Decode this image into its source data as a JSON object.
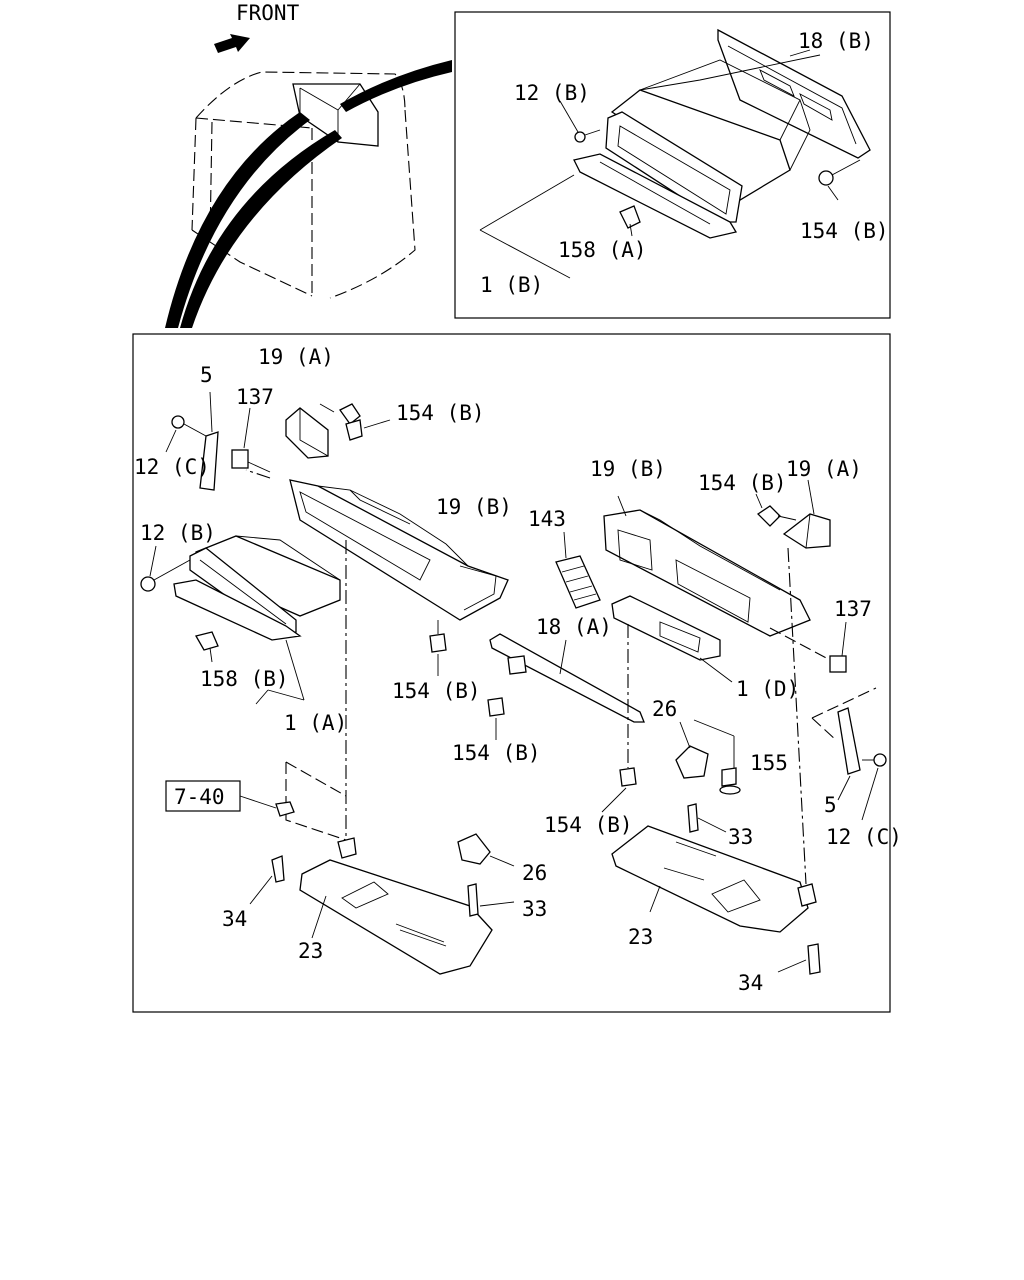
{
  "front_label": "FRONT",
  "ref_box_label": "7-40",
  "labels": {
    "inset_18B": "18 (B)",
    "inset_12B": "12 (B)",
    "inset_154B": "154 (B)",
    "inset_158A": "158 (A)",
    "inset_1B": "1 (B)",
    "l_19A": "19 (A)",
    "l_5": "5",
    "l_137": "137",
    "l_154B_top": "154 (B)",
    "l_12C": "12 (C)",
    "l_19B": "19 (B)",
    "l_12B": "12 (B)",
    "l_158B": "158 (B)",
    "l_1A": "1 (A)",
    "l_154B_mid": "154 (B)",
    "l_154B_low": "154 (B)",
    "l_34": "34",
    "l_23": "23",
    "l_26": "26",
    "l_33": "33",
    "r_19B": "19 (B)",
    "r_154B_top": "154 (B)",
    "r_19A": "19 (A)",
    "r_143": "143",
    "r_18A": "18 (A)",
    "r_137": "137",
    "r_1D": "1 (D)",
    "r_26": "26",
    "r_155": "155",
    "r_5": "5",
    "r_12C": "12 (C)",
    "r_154B_low": "154 (B)",
    "r_33": "33",
    "r_23": "23",
    "r_34": "34"
  }
}
